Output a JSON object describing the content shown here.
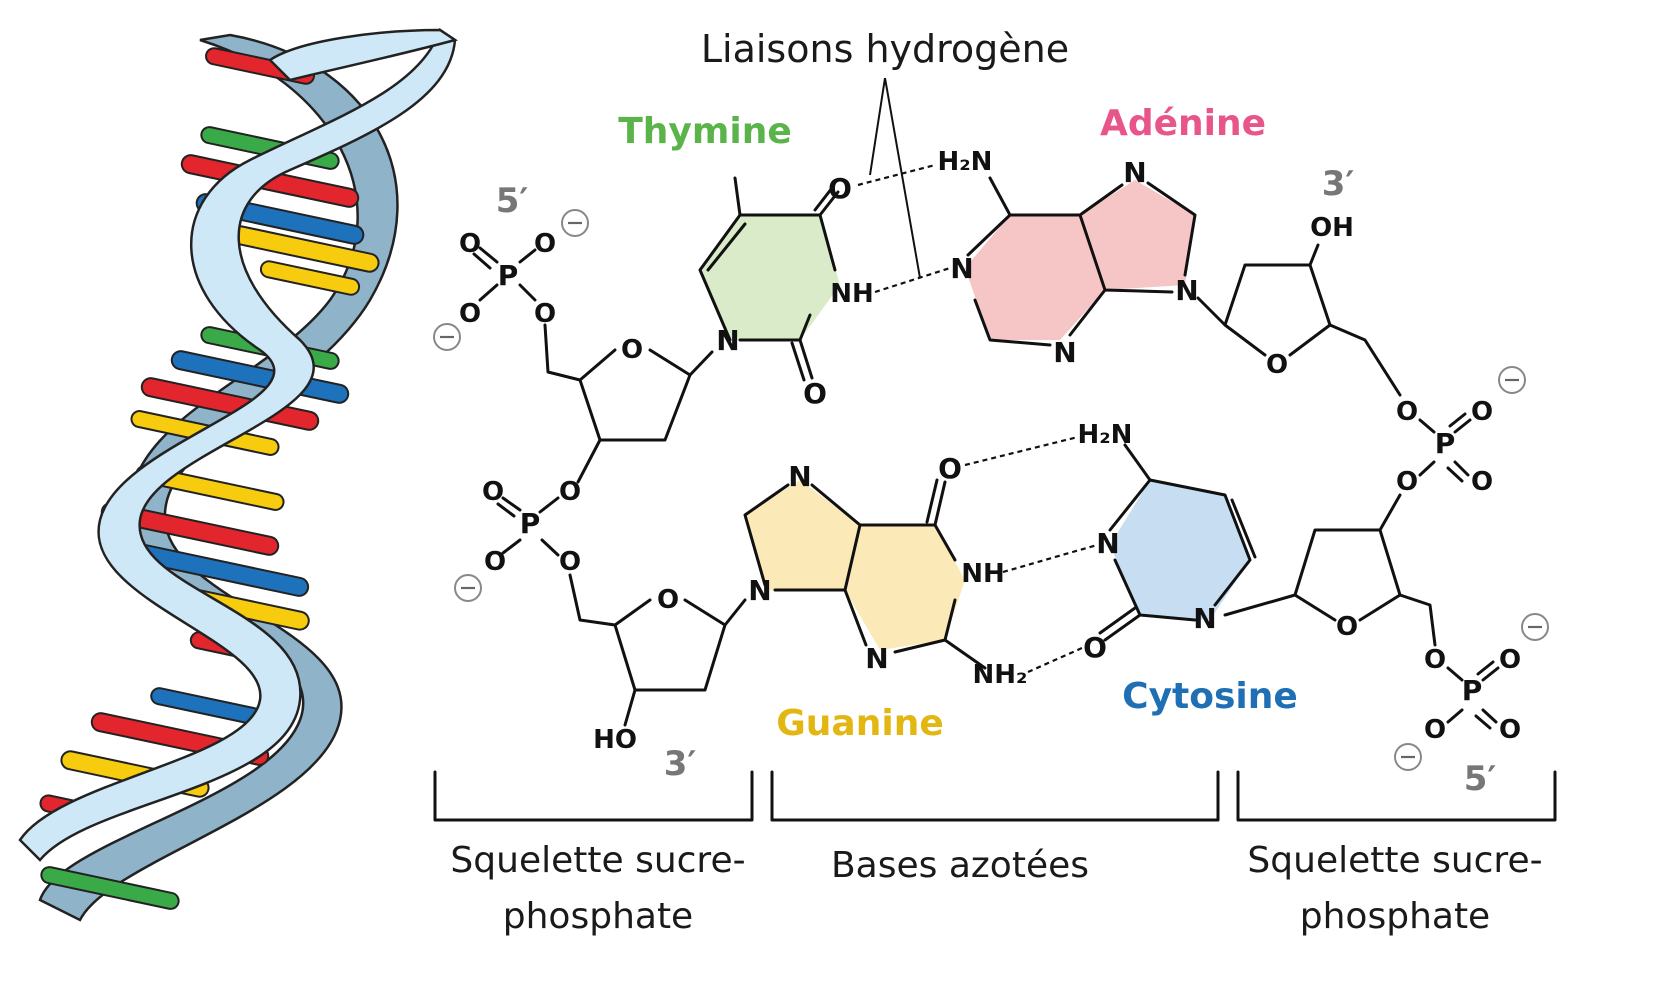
{
  "labels": {
    "hydrogen_bonds": "Liaisons hydrogène",
    "sugar_phosphate_left_l1": "Squelette sucre-",
    "sugar_phosphate_left_l2": "phosphate",
    "nitrogen_bases": "Bases azotées",
    "sugar_phosphate_right_l1": "Squelette sucre-",
    "sugar_phosphate_right_l2": "phosphate"
  },
  "bases": {
    "thymine": {
      "name": "Thymine",
      "color": "#5ab44a",
      "fill": "#d9ebc8"
    },
    "adenine": {
      "name": "Adénine",
      "color": "#e8558a",
      "fill": "#f6c6c6"
    },
    "guanine": {
      "name": "Guanine",
      "color": "#e3b712",
      "fill": "#fbe9b8"
    },
    "cytosine": {
      "name": "Cytosine",
      "color": "#1f6fb5",
      "fill": "#c6ddf2"
    }
  },
  "ends": {
    "top_left": "5′",
    "top_right": "3′",
    "bottom_left": "3′",
    "bottom_right": "5′"
  },
  "atoms": {
    "O": "O",
    "N": "N",
    "P": "P",
    "NH": "NH",
    "H2N_top": "H₂N",
    "H2N_mid": "H₂N",
    "NH2": "NH₂",
    "OH": "OH",
    "HO": "HO"
  },
  "helix_colors": {
    "ribbon": "#cfe8f7",
    "ribbon_back": "#8fb3c9",
    "red": "#e3262d",
    "green": "#3aaa48",
    "blue": "#1d72bb",
    "yellow": "#f7cc0f"
  }
}
